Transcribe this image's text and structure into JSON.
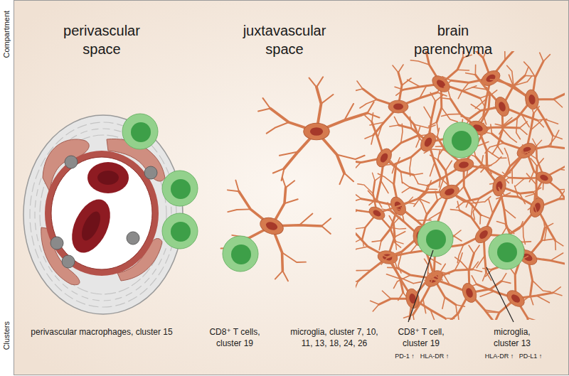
{
  "diagram": {
    "labels": [
      "Compartment",
      "perivascular space",
      "juxtavascular space",
      "brain parenchyma",
      "Clusters",
      "perivascular macrophages, cluster 15",
      "CD8⁺ T cells, cluster 19",
      "microglia, cluster 7, 10, 11, 13, 18, 24, 26",
      "CD8⁺ T cell, cluster 19",
      "PD-1 ↑",
      "HLA-DR ↑",
      "microglia, cluster 13",
      "HLA-DR ↑",
      "PD-L1 ↑"
    ]
  }
}
